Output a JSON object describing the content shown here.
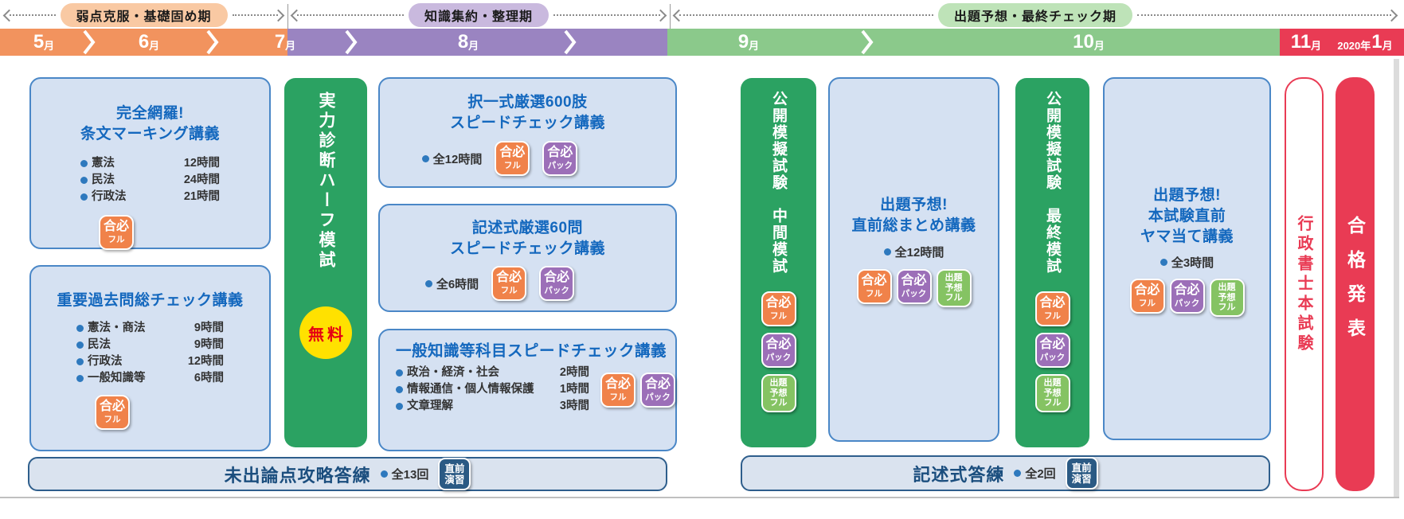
{
  "phase_row": {
    "sections": [
      {
        "label": "弱点克服・基礎固め期"
      },
      {
        "label": "知識集約・整理期"
      },
      {
        "label": "出題予想・最終チェック期"
      }
    ]
  },
  "month_bar": {
    "labels": [
      {
        "num": "5",
        "suffix": "月"
      },
      {
        "num": "6",
        "suffix": "月"
      },
      {
        "num": "7",
        "suffix": "月"
      },
      {
        "num": "8",
        "suffix": "月"
      },
      {
        "num": "9",
        "suffix": "月"
      },
      {
        "num": "10",
        "suffix": "月"
      },
      {
        "num": "11",
        "suffix": "月"
      },
      {
        "prefix": "2020年",
        "num": "1",
        "suffix": "月"
      }
    ]
  },
  "badges": {
    "gohitsu_full": {
      "top": "合必",
      "bottom": "フル"
    },
    "gohitsu_pack": {
      "top": "合必",
      "bottom": "パック"
    },
    "shutsudai_yosou_full": {
      "l1": "出題",
      "l2": "予想",
      "l3": "フル"
    },
    "chokuzen_enshu": {
      "l1": "直前",
      "l2": "演習"
    }
  },
  "left_section": {
    "jobun_marking": {
      "title1": "完全網羅!",
      "title2": "条文マーキング講義",
      "items": [
        {
          "label": "憲法",
          "hours": "12時間"
        },
        {
          "label": "民法",
          "hours": "24時間"
        },
        {
          "label": "行政法",
          "hours": "21時間"
        }
      ]
    },
    "kakomon_check": {
      "title": "重要過去問総チェック講義",
      "items": [
        {
          "label": "憲法・商法",
          "hours": "9時間"
        },
        {
          "label": "民法",
          "hours": "9時間"
        },
        {
          "label": "行政法",
          "hours": "12時間"
        },
        {
          "label": "一般知識等",
          "hours": "6時間"
        }
      ]
    },
    "jitsuryoku_half_moshi": {
      "title": "実力診断ハーフ模試",
      "free": "無料"
    },
    "takuitsu_speed_check": {
      "title1": "択一式厳選600肢",
      "title2": "スピードチェック講義",
      "total": "全12時間"
    },
    "kijutsu_speed_check": {
      "title1": "記述式厳選60問",
      "title2": "スピードチェック講義",
      "total": "全6時間"
    },
    "ippan_chishiki_speed_check": {
      "title": "一般知識等科目スピードチェック講義",
      "items": [
        {
          "label": "政治・経済・社会",
          "hours": "2時間"
        },
        {
          "label": "情報通信・個人情報保護",
          "hours": "1時間"
        },
        {
          "label": "文章理解",
          "hours": "3時間"
        }
      ]
    },
    "mishutsu_ronten": {
      "title": "未出論点攻略答練",
      "total": "全13回"
    }
  },
  "right_section": {
    "chukan_moshi": {
      "title": "公開模擬試験　中間模試"
    },
    "chokuzen_matome": {
      "title1": "出題予想!",
      "title2": "直前総まとめ講義",
      "total": "全12時間"
    },
    "saishu_moshi": {
      "title": "公開模擬試験　最終模試"
    },
    "yamaate": {
      "title1": "出題予想!",
      "title2": "本試験直前",
      "title3": "ヤマ当て講義",
      "total": "全3時間"
    },
    "kijutsu_touren": {
      "title": "記述式答練",
      "total": "全2回"
    },
    "honshiken": {
      "title": "行政書士本試験"
    },
    "goukaku_happyou": {
      "title": "合格発表"
    }
  },
  "colors": {
    "month_orange": "#F2935E",
    "month_purple": "#9A84C1",
    "month_green": "#8BC98B",
    "month_red": "#E93B54",
    "pill_orange": "#F9C9A3",
    "pill_purple": "#C9B9DE",
    "pill_green": "#BEE3B8",
    "bar_green": "#2BA262",
    "box_bg": "#D5E1F2",
    "box_border": "#4A87C7",
    "title_blue": "#1468BE",
    "badge_orange": "#F0824A",
    "badge_purple": "#9C6FB8",
    "badge_green": "#85C363",
    "badge_navy": "#2B5A84",
    "free_yellow": "#FFE100",
    "free_red": "#E60012"
  }
}
